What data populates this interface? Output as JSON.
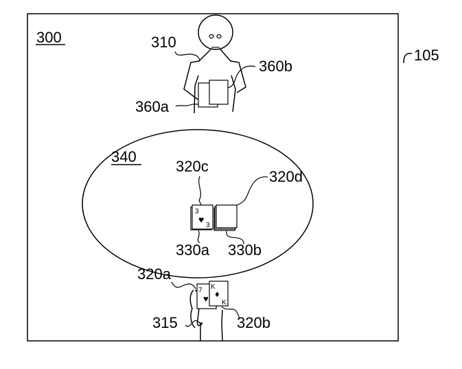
{
  "figure": {
    "frame_label": "300",
    "device_label": "105",
    "table_label": "340",
    "dealer_label": "310",
    "player_hand_label": "315",
    "dealer_hold_left_label": "360a",
    "dealer_hold_right_label": "360b",
    "table_card_label": "320c",
    "table_deck_label": "320d",
    "table_card_stack_label": "330a",
    "table_deck_stack_label": "330b",
    "player_card_left_label": "320a",
    "player_card_right_label": "320b"
  },
  "cards": {
    "table_card": {
      "rank": "3",
      "suit": "♥"
    },
    "player_card_left": {
      "rank": "7",
      "suit": "♥"
    },
    "player_card_right": {
      "rank": "K",
      "suit": "♦"
    }
  }
}
